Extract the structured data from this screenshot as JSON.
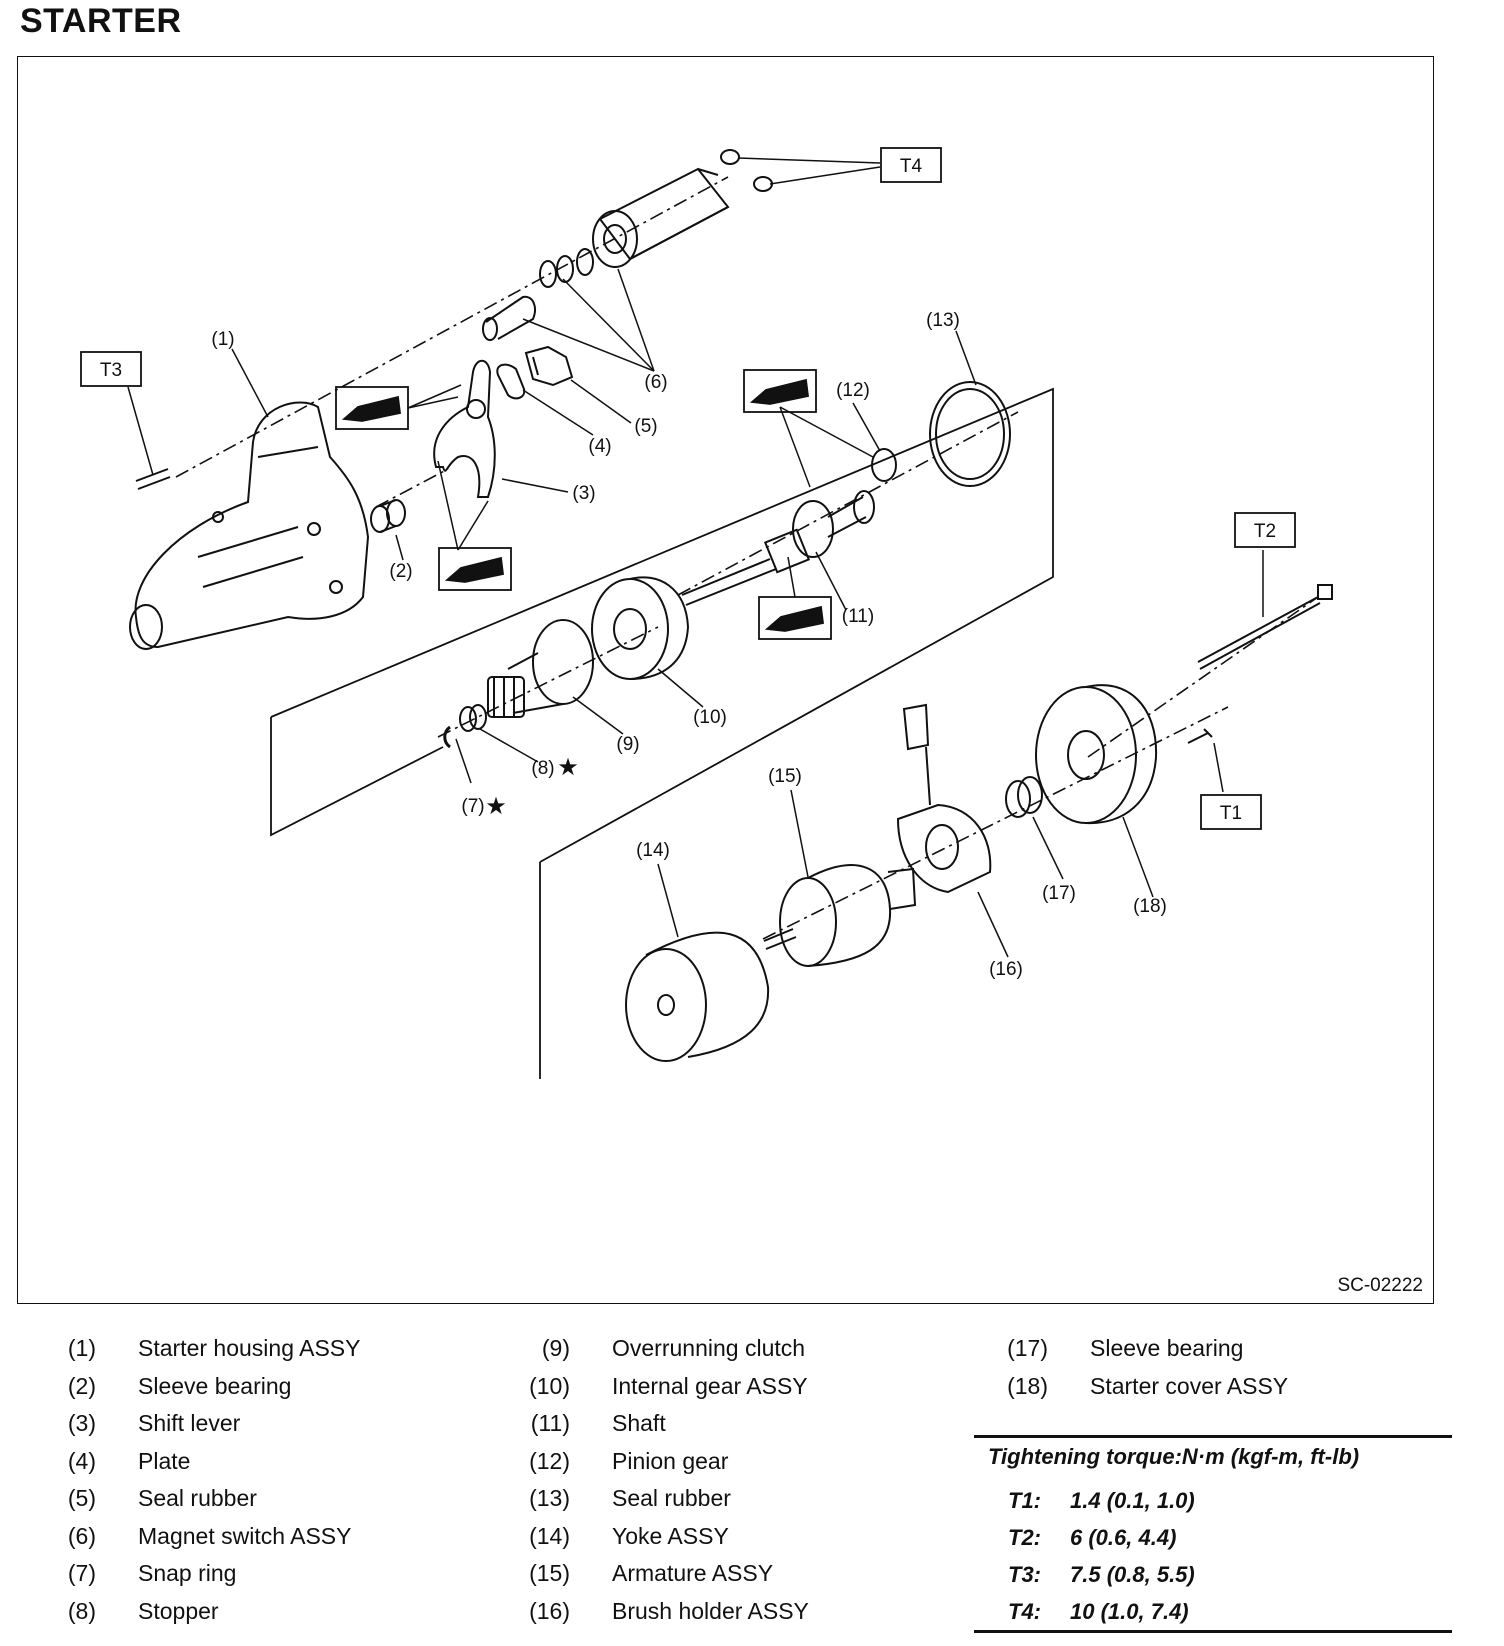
{
  "title": "STARTER",
  "figure_code": "SC-02222",
  "callouts": {
    "c1": "(1)",
    "c2": "(2)",
    "c3": "(3)",
    "c4": "(4)",
    "c5": "(5)",
    "c6": "(6)",
    "c7": "(7)",
    "c8": "(8)",
    "c9": "(9)",
    "c10": "(10)",
    "c11": "(11)",
    "c12": "(12)",
    "c13": "(13)",
    "c14": "(14)",
    "c15": "(15)",
    "c16": "(16)",
    "c17": "(17)",
    "c18": "(18)",
    "star": "★"
  },
  "torque_tags": {
    "t1": "T1",
    "t2": "T2",
    "t3": "T3",
    "t4": "T4"
  },
  "parts": [
    {
      "num": "(1)",
      "name": "Starter housing ASSY"
    },
    {
      "num": "(2)",
      "name": "Sleeve bearing"
    },
    {
      "num": "(3)",
      "name": "Shift lever"
    },
    {
      "num": "(4)",
      "name": "Plate"
    },
    {
      "num": "(5)",
      "name": "Seal rubber"
    },
    {
      "num": "(6)",
      "name": "Magnet switch ASSY"
    },
    {
      "num": "(7)",
      "name": "Snap ring"
    },
    {
      "num": "(8)",
      "name": "Stopper"
    },
    {
      "num": "(9)",
      "name": "Overrunning clutch"
    },
    {
      "num": "(10)",
      "name": "Internal gear ASSY"
    },
    {
      "num": "(11)",
      "name": "Shaft"
    },
    {
      "num": "(12)",
      "name": "Pinion gear"
    },
    {
      "num": "(13)",
      "name": "Seal rubber"
    },
    {
      "num": "(14)",
      "name": "Yoke ASSY"
    },
    {
      "num": "(15)",
      "name": "Armature ASSY"
    },
    {
      "num": "(16)",
      "name": "Brush holder ASSY"
    },
    {
      "num": "(17)",
      "name": "Sleeve bearing"
    },
    {
      "num": "(18)",
      "name": "Starter cover ASSY"
    }
  ],
  "torque": {
    "heading": "Tightening torque:N·m (kgf-m, ft-lb)",
    "items": [
      {
        "key": "T1:",
        "value": "1.4 (0.1, 1.0)"
      },
      {
        "key": "T2:",
        "value": "6 (0.6, 4.4)"
      },
      {
        "key": "T3:",
        "value": "7.5 (0.8, 5.5)"
      },
      {
        "key": "T4:",
        "value": "10 (1.0, 7.4)"
      }
    ]
  }
}
